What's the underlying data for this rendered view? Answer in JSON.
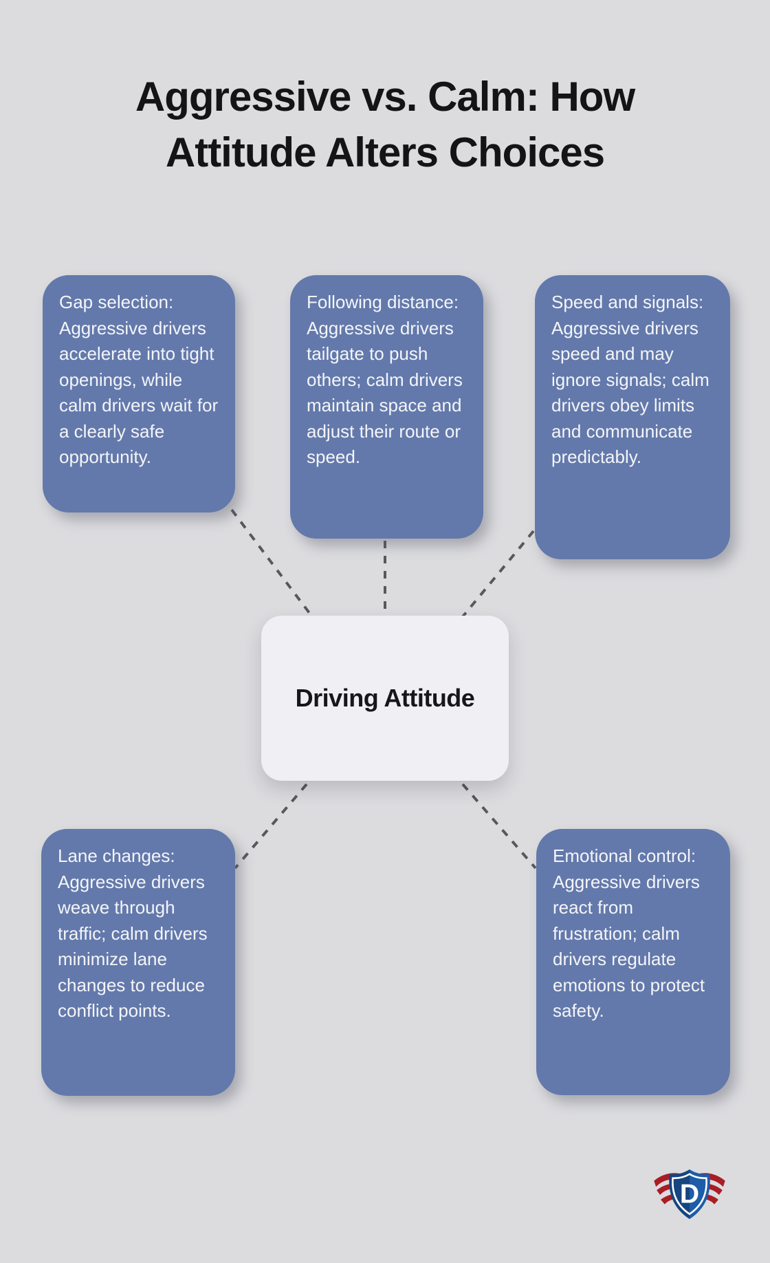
{
  "title": {
    "line1": "Aggressive vs. Calm: How",
    "line2": "Attitude Alters Choices"
  },
  "center_node": {
    "label": "Driving Attitude"
  },
  "nodes": [
    {
      "id": "gap-selection",
      "position": "top-left",
      "text": "Gap selection: Aggressive drivers accelerate into tight openings, while calm drivers wait for a clearly safe opportunity."
    },
    {
      "id": "following-distance",
      "position": "top-center",
      "text": "Following distance: Aggressive drivers tailgate to push others; calm drivers maintain space and adjust their route or speed."
    },
    {
      "id": "speed-and-signals",
      "position": "top-right",
      "text": "Speed and signals: Aggressive drivers speed and may ignore signals; calm drivers obey limits and communicate predictably."
    },
    {
      "id": "lane-changes",
      "position": "bottom-left",
      "text": "Lane changes: Aggressive drivers weave through traffic; calm drivers minimize lane changes to reduce conflict points."
    },
    {
      "id": "emotional-control",
      "position": "bottom-right",
      "text": "Emotional control: Aggressive drivers react from frustration; calm drivers regulate emotions to protect safety."
    }
  ],
  "logo": {
    "letter": "D"
  },
  "colors": {
    "background": "#dcdcdf",
    "node_fill": "#6379ab",
    "node_text": "#f4f5f9",
    "center_fill": "#f0eff4",
    "center_text": "#17171a",
    "connector": "#58585b",
    "title_text": "#141416",
    "shield_blue": "#1d5ca8",
    "shield_navy": "#16457f",
    "wing_red": "#a81e24"
  }
}
